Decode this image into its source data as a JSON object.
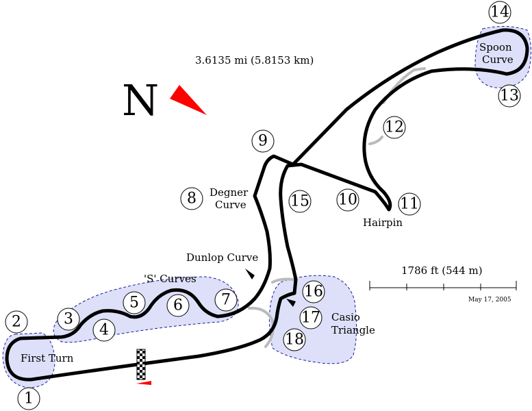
{
  "length_text": "3.6135 mi (5.8153 km)",
  "north_label": "N",
  "scale_text": "1786 ft (544 m)",
  "date_text": "May 17, 2005",
  "colors": {
    "track": "#000000",
    "old_track": "#bbbbbb",
    "zone_fill": "#dde0f8",
    "zone_stroke": "#1a1aa0",
    "north_arrow": "#ff0000"
  },
  "section_labels": {
    "spoon_1": "Spoon",
    "spoon_2": "Curve",
    "degner_1": "Degner",
    "degner_2": "Curve",
    "hairpin": "Hairpin",
    "dunlop": "Dunlop Curve",
    "s_curves": "'S' Curves",
    "casio_1": "Casio",
    "casio_2": "Triangle",
    "first_turn": "First Turn"
  },
  "turns": [
    "1",
    "2",
    "3",
    "4",
    "5",
    "6",
    "7",
    "8",
    "9",
    "10",
    "11",
    "12",
    "13",
    "14",
    "15",
    "16",
    "17",
    "18"
  ]
}
